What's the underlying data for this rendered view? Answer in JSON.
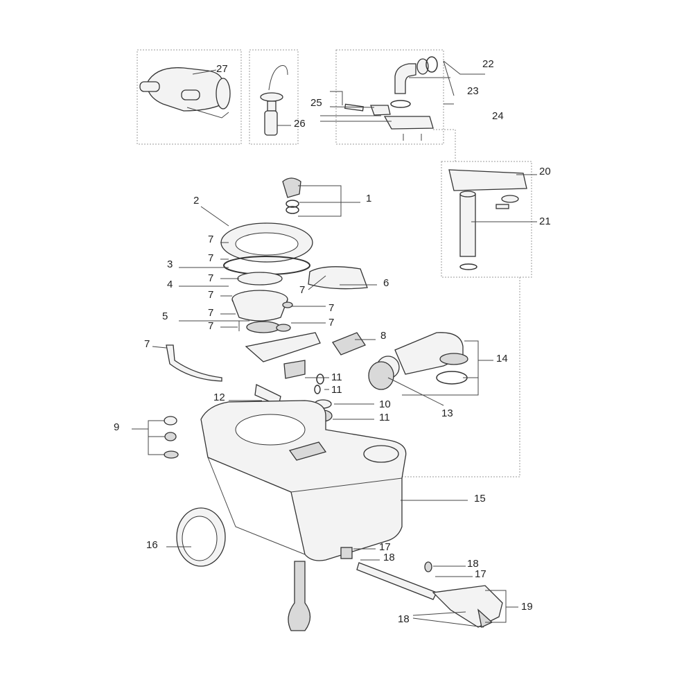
{
  "labels": [
    {
      "id": "l27",
      "text": "27"
    },
    {
      "id": "l26",
      "text": "26"
    },
    {
      "id": "l22",
      "text": "22"
    },
    {
      "id": "l23",
      "text": "23"
    },
    {
      "id": "l25",
      "text": "25"
    },
    {
      "id": "l24",
      "text": "24"
    },
    {
      "id": "l20",
      "text": "20"
    },
    {
      "id": "l21",
      "text": "21"
    },
    {
      "id": "l1",
      "text": "1"
    },
    {
      "id": "l2",
      "text": "2"
    },
    {
      "id": "l7a",
      "text": "7"
    },
    {
      "id": "l7b",
      "text": "7"
    },
    {
      "id": "l3",
      "text": "3"
    },
    {
      "id": "l7c",
      "text": "7"
    },
    {
      "id": "l4",
      "text": "4"
    },
    {
      "id": "l7d",
      "text": "7"
    },
    {
      "id": "l7e",
      "text": "7"
    },
    {
      "id": "l7f",
      "text": "7"
    },
    {
      "id": "l5",
      "text": "5"
    },
    {
      "id": "l7g",
      "text": "7"
    },
    {
      "id": "l7h",
      "text": "7"
    },
    {
      "id": "l7i",
      "text": "7"
    },
    {
      "id": "l6",
      "text": "6"
    },
    {
      "id": "l7j",
      "text": "7"
    },
    {
      "id": "l8",
      "text": "8"
    },
    {
      "id": "l14",
      "text": "14"
    },
    {
      "id": "l11a",
      "text": "11"
    },
    {
      "id": "l11b",
      "text": "11"
    },
    {
      "id": "l12",
      "text": "12"
    },
    {
      "id": "l10",
      "text": "10"
    },
    {
      "id": "l11c",
      "text": "11"
    },
    {
      "id": "l13",
      "text": "13"
    },
    {
      "id": "l9",
      "text": "9"
    },
    {
      "id": "l15",
      "text": "15"
    },
    {
      "id": "l16",
      "text": "16"
    },
    {
      "id": "l17a",
      "text": "17"
    },
    {
      "id": "l18a",
      "text": "18"
    },
    {
      "id": "l18b",
      "text": "18"
    },
    {
      "id": "l17b",
      "text": "17"
    },
    {
      "id": "l19",
      "text": "19"
    },
    {
      "id": "l18c",
      "text": "18"
    }
  ]
}
